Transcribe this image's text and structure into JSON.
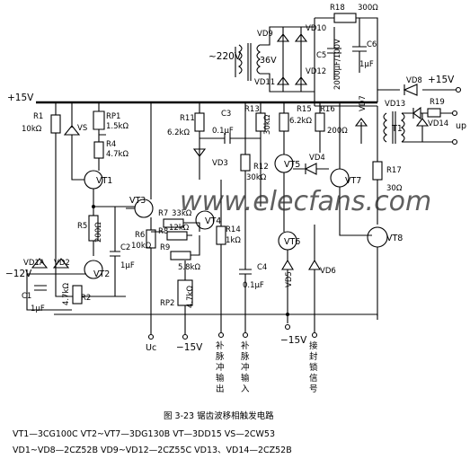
{
  "rails": {
    "pos15_left": "+15V",
    "pos15_right": "+15V",
    "neg12": "−12V",
    "neg15_a": "−15V",
    "neg15_b": "−15V",
    "ac_in": "~220V",
    "tr_sec": "36V"
  },
  "components": {
    "R1": "R1",
    "R1v": "10kΩ",
    "VS": "VS",
    "RP1": "RP1",
    "RP1v": "1.5kΩ",
    "R4": "R4",
    "R4v": "4.7kΩ",
    "VT1": "VT1",
    "VT2": "VT2",
    "VT3": "VT3",
    "VT4": "VT4",
    "VT5": "VT5",
    "VT6": "VT6",
    "VT7": "VT7",
    "VT8": "VT8",
    "R5": "R5",
    "R5v": "200Ω",
    "C2": "C2",
    "C2v": "1μF",
    "R6": "R6",
    "R6v": "10kΩ",
    "R7": "R7",
    "R7v": "33kΩ",
    "R8": "R8",
    "R8v": "12kΩ",
    "R9": "R9",
    "R9v": "5.8kΩ",
    "RP2": "RP2",
    "RP2v": "4.7kΩ",
    "VD1A": "VD1A",
    "VD2": "VD2",
    "C1": "C1",
    "C1v": "1μF",
    "R2": "R2",
    "R3v": "4.7kΩ",
    "R11": "R11",
    "R11v": "6.2kΩ",
    "C3": "C3",
    "C3v": "0.1μF",
    "R13": "R13",
    "R13v": "30kΩ",
    "VD3": "VD3",
    "R12": "R12",
    "R12v": "30kΩ",
    "R14": "R14",
    "R14v": "1kΩ",
    "C4": "C4",
    "C4v": "0.1μF",
    "R15": "R15",
    "R15v": "6.2kΩ",
    "R16": "R16",
    "R16v": "200Ω",
    "VD4": "VD4",
    "VD5": "VD5",
    "VD6": "VD6",
    "R17": "R17",
    "R17v": "30Ω",
    "R18": "R18",
    "R18v": "300Ω",
    "VD9": "VD9",
    "VD10": "VD10",
    "VD11": "VD11",
    "VD12": "VD12",
    "C5": "C5",
    "C5v": "2000μF/100V",
    "C6": "C6",
    "C6v": "1μF",
    "VD7": "VD7",
    "VD8": "VD8",
    "VD13": "VD13",
    "VD14": "VD14",
    "R19": "R19",
    "T1": "T1"
  },
  "signals": {
    "uc": "Uc",
    "up": "up",
    "pulse_out": [
      "补",
      "脉",
      "冲",
      "输",
      "出"
    ],
    "pulse_in": [
      "补",
      "脉",
      "冲",
      "输",
      "入"
    ],
    "block": [
      "接",
      "封",
      "锁",
      "信",
      "号"
    ]
  },
  "watermark": "www.elecfans.com",
  "caption": {
    "title": "图 3-23   锯齿波移相触发电路",
    "line1": "VT1—3CG100C   VT2~VT7—3DG130B   VT—3DD15   VS—2CW53",
    "line2": "VD1~VD8—2CZ52B   VD9~VD12—2CZ55C   VD13、VD14—2CZ52B"
  }
}
